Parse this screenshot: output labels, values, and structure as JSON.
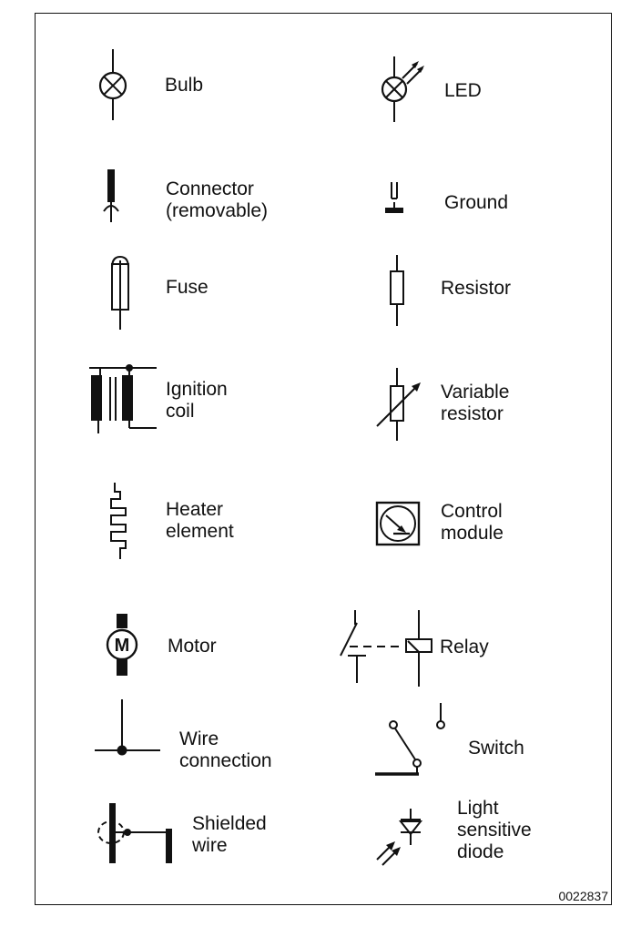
{
  "symbols": {
    "bulb": "Bulb",
    "led": "LED",
    "connector": "Connector\n(removable)",
    "ground": "Ground",
    "fuse": "Fuse",
    "resistor": "Resistor",
    "ignition_coil": "Ignition\ncoil",
    "variable_resistor": "Variable\nresistor",
    "heater_element": "Heater\nelement",
    "control_module": "Control\nmodule",
    "motor": "Motor",
    "motor_letter": "M",
    "relay": "Relay",
    "wire_connection": "Wire\nconnection",
    "switch": "Switch",
    "shielded_wire": "Shielded\nwire",
    "light_sensitive_diode": "Light\nsensitive\ndiode"
  },
  "figure_code": "0022837"
}
